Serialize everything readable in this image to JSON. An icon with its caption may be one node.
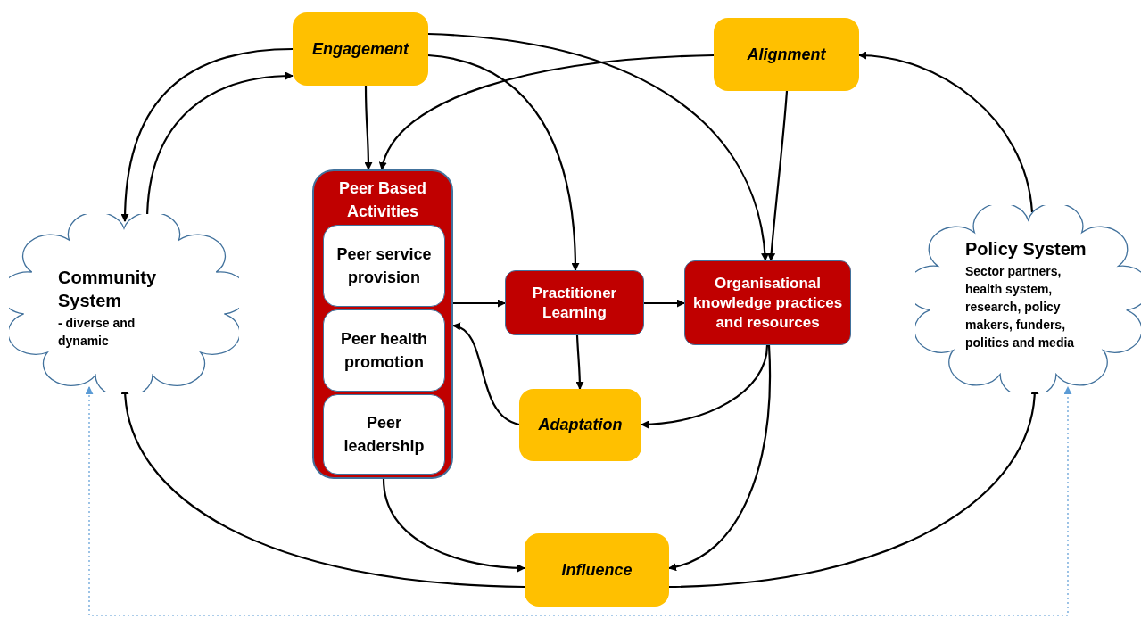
{
  "diagram": {
    "nodes": [
      {
        "text": [
          "Engagement"
        ]
      },
      {
        "text": [
          "Alignment"
        ]
      },
      {
        "text": [
          "Peer Based Activities"
        ]
      },
      {
        "text": [
          "Peer service provision"
        ],
        "in": 2
      },
      {
        "text": [
          "Peer health promotion"
        ],
        "in": 2
      },
      {
        "text": [
          "Peer leadership"
        ],
        "in": 2
      },
      {
        "text": [
          "Community System",
          "- diverse and dynamic"
        ]
      },
      {
        "text": [
          "Practitioner Learning"
        ]
      },
      {
        "text": [
          "Organisational knowledge practices and resources"
        ]
      },
      {
        "text": [
          "Policy System",
          "Sector partners, health system, research, policy makers, funders, politics and media"
        ]
      },
      {
        "text": [
          "Adaptation"
        ]
      },
      {
        "text": [
          "Influence"
        ]
      }
    ],
    "edges": [
      {
        "from": 0,
        "to": 6,
        "arrow": "to"
      },
      {
        "from": 6,
        "to": 0,
        "arrow": "to"
      },
      {
        "from": 0,
        "to": 2,
        "arrow": "to"
      },
      {
        "from": 1,
        "to": 2,
        "arrow": "to"
      },
      {
        "from": 0,
        "to": 7,
        "arrow": "to"
      },
      {
        "from": 0,
        "to": 8,
        "arrow": "to"
      },
      {
        "from": 1,
        "to": 8,
        "arrow": "to"
      },
      {
        "from": 9,
        "to": 1,
        "arrow": "to"
      },
      {
        "from": 2,
        "to": 7,
        "arrow": "to"
      },
      {
        "from": 7,
        "to": 8,
        "arrow": "to"
      },
      {
        "from": 7,
        "to": 10,
        "arrow": "to"
      },
      {
        "from": 10,
        "to": 2,
        "arrow": "to"
      },
      {
        "from": 8,
        "to": 10,
        "arrow": "to"
      },
      {
        "from": 8,
        "to": 11,
        "arrow": "to"
      },
      {
        "from": 2,
        "to": 11,
        "arrow": "to"
      },
      {
        "from": 11,
        "to": 6,
        "arrow": "to"
      },
      {
        "from": 11,
        "to": 9,
        "arrow": "to"
      },
      {
        "from": null,
        "to": 6,
        "arrow": "to",
        "style": "dashed",
        "color": "#5b9bd5"
      },
      {
        "from": null,
        "to": 9,
        "arrow": "to",
        "style": "dashed",
        "color": "#5b9bd5"
      }
    ]
  }
}
